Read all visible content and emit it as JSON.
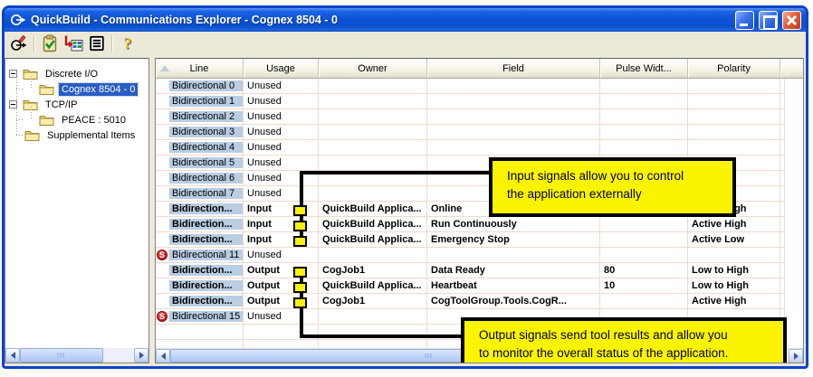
{
  "window": {
    "title": "QuickBuild - Communications Explorer - Cognex 8504 - 0"
  },
  "toolbar": {
    "icons": [
      "connect",
      "verify",
      "io-config",
      "list-view",
      "help"
    ]
  },
  "tree": {
    "items": [
      {
        "label": "Discrete I/O",
        "level": 0,
        "expander": "-",
        "selected": false
      },
      {
        "label": "Cognex 8504 - 0",
        "level": 1,
        "expander": "",
        "selected": true
      },
      {
        "label": "TCP/IP",
        "level": 0,
        "expander": "-",
        "selected": false
      },
      {
        "label": "PEACE : 5010",
        "level": 1,
        "expander": "",
        "selected": false
      },
      {
        "label": "Supplemental Items",
        "level": 0,
        "expander": "",
        "selected": false
      }
    ]
  },
  "table": {
    "headers": [
      "Line",
      "Usage",
      "Owner",
      "Field",
      "Pulse Widt...",
      "Polarity"
    ],
    "marker_glyph": "S",
    "rows": [
      {
        "line": "Bidirectional 0",
        "usage": "Unused",
        "owner": "",
        "field": "",
        "pulse_width": "",
        "polarity": "",
        "used": false,
        "marker": false
      },
      {
        "line": "Bidirectional 1",
        "usage": "Unused",
        "owner": "",
        "field": "",
        "pulse_width": "",
        "polarity": "",
        "used": false,
        "marker": false
      },
      {
        "line": "Bidirectional 2",
        "usage": "Unused",
        "owner": "",
        "field": "",
        "pulse_width": "",
        "polarity": "",
        "used": false,
        "marker": false
      },
      {
        "line": "Bidirectional 3",
        "usage": "Unused",
        "owner": "",
        "field": "",
        "pulse_width": "",
        "polarity": "",
        "used": false,
        "marker": false
      },
      {
        "line": "Bidirectional 4",
        "usage": "Unused",
        "owner": "",
        "field": "",
        "pulse_width": "",
        "polarity": "",
        "used": false,
        "marker": false
      },
      {
        "line": "Bidirectional 5",
        "usage": "Unused",
        "owner": "",
        "field": "",
        "pulse_width": "",
        "polarity": "",
        "used": false,
        "marker": false
      },
      {
        "line": "Bidirectional 6",
        "usage": "Unused",
        "owner": "",
        "field": "",
        "pulse_width": "",
        "polarity": "",
        "used": false,
        "marker": false
      },
      {
        "line": "Bidirectional 7",
        "usage": "Unused",
        "owner": "",
        "field": "",
        "pulse_width": "",
        "polarity": "",
        "used": false,
        "marker": false
      },
      {
        "line": "Bidirection...",
        "usage": "Input",
        "owner": "QuickBuild Applica...",
        "field": "Online",
        "pulse_width": "",
        "polarity": "Active High",
        "used": true,
        "marker": false
      },
      {
        "line": "Bidirection...",
        "usage": "Input",
        "owner": "QuickBuild Applica...",
        "field": "Run Continuously",
        "pulse_width": "",
        "polarity": "Active High",
        "used": true,
        "marker": false
      },
      {
        "line": "Bidirection...",
        "usage": "Input",
        "owner": "QuickBuild Applica...",
        "field": "Emergency Stop",
        "pulse_width": "",
        "polarity": "Active Low",
        "used": true,
        "marker": false
      },
      {
        "line": "Bidirectional 11",
        "usage": "Unused",
        "owner": "",
        "field": "",
        "pulse_width": "",
        "polarity": "",
        "used": false,
        "marker": true
      },
      {
        "line": "Bidirection...",
        "usage": "Output",
        "owner": "CogJob1",
        "field": "Data Ready",
        "pulse_width": "80",
        "polarity": "Low to High",
        "used": true,
        "marker": false
      },
      {
        "line": "Bidirection...",
        "usage": "Output",
        "owner": "QuickBuild Applica...",
        "field": "Heartbeat",
        "pulse_width": "10",
        "polarity": "Low to High",
        "used": true,
        "marker": false
      },
      {
        "line": "Bidirection...",
        "usage": "Output",
        "owner": "CogJob1",
        "field": "CogToolGroup.Tools.CogR...",
        "pulse_width": "",
        "polarity": "Active High",
        "used": true,
        "marker": false
      },
      {
        "line": "Bidirectional 15",
        "usage": "Unused",
        "owner": "",
        "field": "",
        "pulse_width": "",
        "polarity": "",
        "used": false,
        "marker": true
      }
    ]
  },
  "callouts": [
    {
      "line1": "Input signals allow you to control",
      "line2": "the application externally"
    },
    {
      "line1": "Output signals send tool results and allow you",
      "line2": "to monitor the overall status of the application."
    }
  ],
  "colors": {
    "titlebar_blue": "#0C52D6",
    "window_border_blue": "#0A45C8",
    "client_tan": "#ECE9D8",
    "callout_yellow": "#FBF400",
    "connector_square_yellow": "#FFF200",
    "line_cell_blue": "#B9CDE3",
    "selection_blue": "#2A5CC4",
    "grid_line_pink": "#F2D8CC",
    "marker_red": "#C81E1E",
    "close_button_red": "#E4603A"
  }
}
